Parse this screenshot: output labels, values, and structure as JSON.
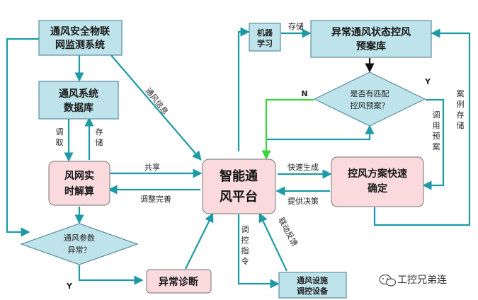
{
  "nodes": {
    "monitoring_system": [
      "通风安全物联",
      "网监测系统"
    ],
    "database": [
      "通风系统",
      "数据库"
    ],
    "realtime_solve": [
      "风网实",
      "时解算"
    ],
    "param_abnormal": [
      "通风参数",
      "异常？"
    ],
    "abnormal_diagnosis": "异常诊断",
    "platform": [
      "智能通",
      "风平台"
    ],
    "machine_learning": [
      "机器",
      "学习"
    ],
    "plan_library": [
      "异常通风状态控风",
      "预案库"
    ],
    "match_check": [
      "是否有匹配",
      "控风预案？"
    ],
    "plan_confirm": [
      "控风方案快速",
      "确定"
    ],
    "control_device": [
      "通风设施",
      "调控设备"
    ]
  },
  "edge_labels": {
    "ventilation_info": "通风信息",
    "retrieve": [
      "调",
      "取"
    ],
    "store": [
      "存",
      "储"
    ],
    "share": "共享",
    "adjust_improve": "调整完善",
    "quick_generate": "快速生成",
    "provide_decision": "提供决策",
    "control_command": [
      "调",
      "控",
      "指",
      "令"
    ],
    "linkage_feedback": "联动反馈",
    "store_ml": "存储",
    "n_label": "N",
    "y_label_match": "Y",
    "call_plan": [
      "调",
      "用",
      "预",
      "案"
    ],
    "case_store": [
      "案",
      "例",
      "存",
      "储"
    ],
    "y_label_abnormal": "Y"
  },
  "watermark": "工控兄弟连",
  "colors": {
    "teal_line": "#1d9aa6",
    "black_line": "#111111",
    "green_line": "#39d63a",
    "blue_box": "#bfe3ea",
    "pink_box": "#fadadd"
  }
}
